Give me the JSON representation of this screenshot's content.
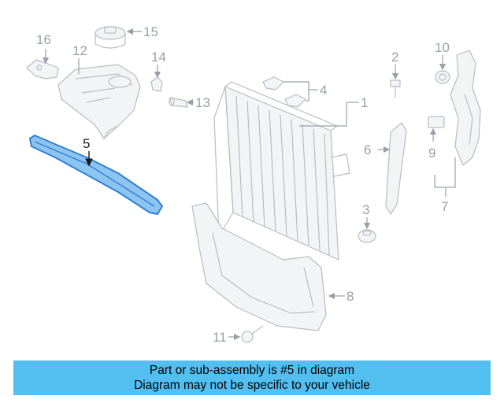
{
  "callouts": {
    "c1": "1",
    "c2": "2",
    "c3": "3",
    "c4": "4",
    "c5": "5",
    "c6": "6",
    "c7": "7",
    "c8": "8",
    "c9": "9",
    "c10": "10",
    "c11": "11",
    "c12": "12",
    "c13": "13",
    "c14": "14",
    "c15": "15",
    "c16": "16"
  },
  "highlighted_part": "5",
  "banner": {
    "line1": "Part or sub-assembly is #5 in diagram",
    "line2": "Diagram may not be specific to your vehicle"
  },
  "colors": {
    "banner": "#52bff0",
    "highlight_part": "#2f7fd6",
    "line_art": "#b8bcc2"
  }
}
